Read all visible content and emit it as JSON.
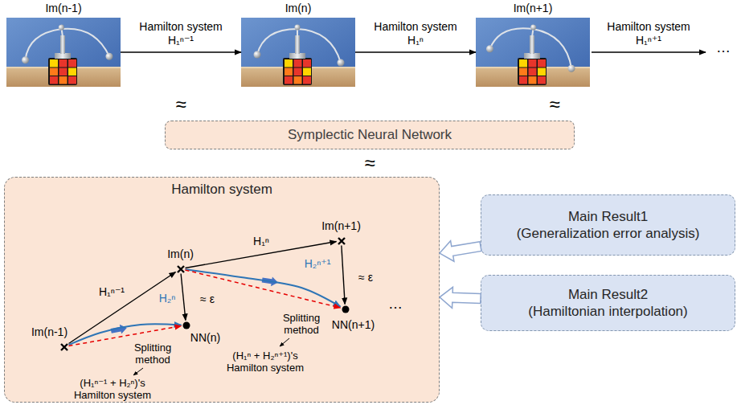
{
  "diagram": {
    "nodes": [
      {
        "text": [
          "Im(n-1)"
        ]
      },
      {
        "text": [
          "Im(n)"
        ]
      },
      {
        "text": [
          "Im(n+1)"
        ]
      },
      {
        "text": [
          "Symplectic Neural Network"
        ]
      },
      {
        "text": [
          "Hamilton system"
        ]
      },
      {
        "text": [
          "Im(n-1)"
        ],
        "in": 4
      },
      {
        "text": [
          "Im(n)"
        ],
        "in": 4
      },
      {
        "text": [
          "NN(n)"
        ],
        "in": 4
      },
      {
        "text": [
          "Im(n+1)"
        ],
        "in": 4
      },
      {
        "text": [
          "NN(n+1)"
        ],
        "in": 4
      },
      {
        "text": [
          "Main Result1",
          "(Generalization error analysis)"
        ]
      },
      {
        "text": [
          "Main Result2",
          "(Hamiltonian interpolation)"
        ]
      }
    ],
    "edges": [
      {
        "from": 0,
        "to": 1,
        "label": "Hamilton system H₁ⁿ⁻¹",
        "arrow": "to"
      },
      {
        "from": 1,
        "to": 2,
        "label": "Hamilton system H₁ⁿ",
        "arrow": "to"
      },
      {
        "from": 5,
        "to": 6,
        "label": "H₁ⁿ⁻¹",
        "arrow": "to"
      },
      {
        "from": 5,
        "to": 7,
        "label": "H₂ⁿ",
        "arrow": "to"
      },
      {
        "from": 5,
        "to": 7,
        "arrow": "to"
      },
      {
        "from": 6,
        "to": 7,
        "label": "≈ ε",
        "arrow": "to"
      },
      {
        "from": 6,
        "to": 8,
        "label": "H₁ⁿ",
        "arrow": "to"
      },
      {
        "from": 6,
        "to": 9,
        "label": "H₂ⁿ⁺¹",
        "arrow": "to"
      },
      {
        "from": 6,
        "to": 9,
        "arrow": "to"
      },
      {
        "from": 8,
        "to": 9,
        "label": "≈ ε",
        "arrow": "to"
      },
      {
        "from": 10,
        "to": 4,
        "arrow": "to"
      },
      {
        "from": 11,
        "to": 4,
        "arrow": "to"
      }
    ],
    "labels": [
      "Hamilton system H₁ⁿ⁺¹",
      "…",
      "≈",
      "≈",
      "≈",
      "Splitting method",
      "(H₁ⁿ⁻¹ + H₂ⁿ)'s Hamilton system",
      "Splitting method",
      "(H₁ⁿ + H₂ⁿ⁺¹)'s Hamilton system",
      "…"
    ]
  }
}
